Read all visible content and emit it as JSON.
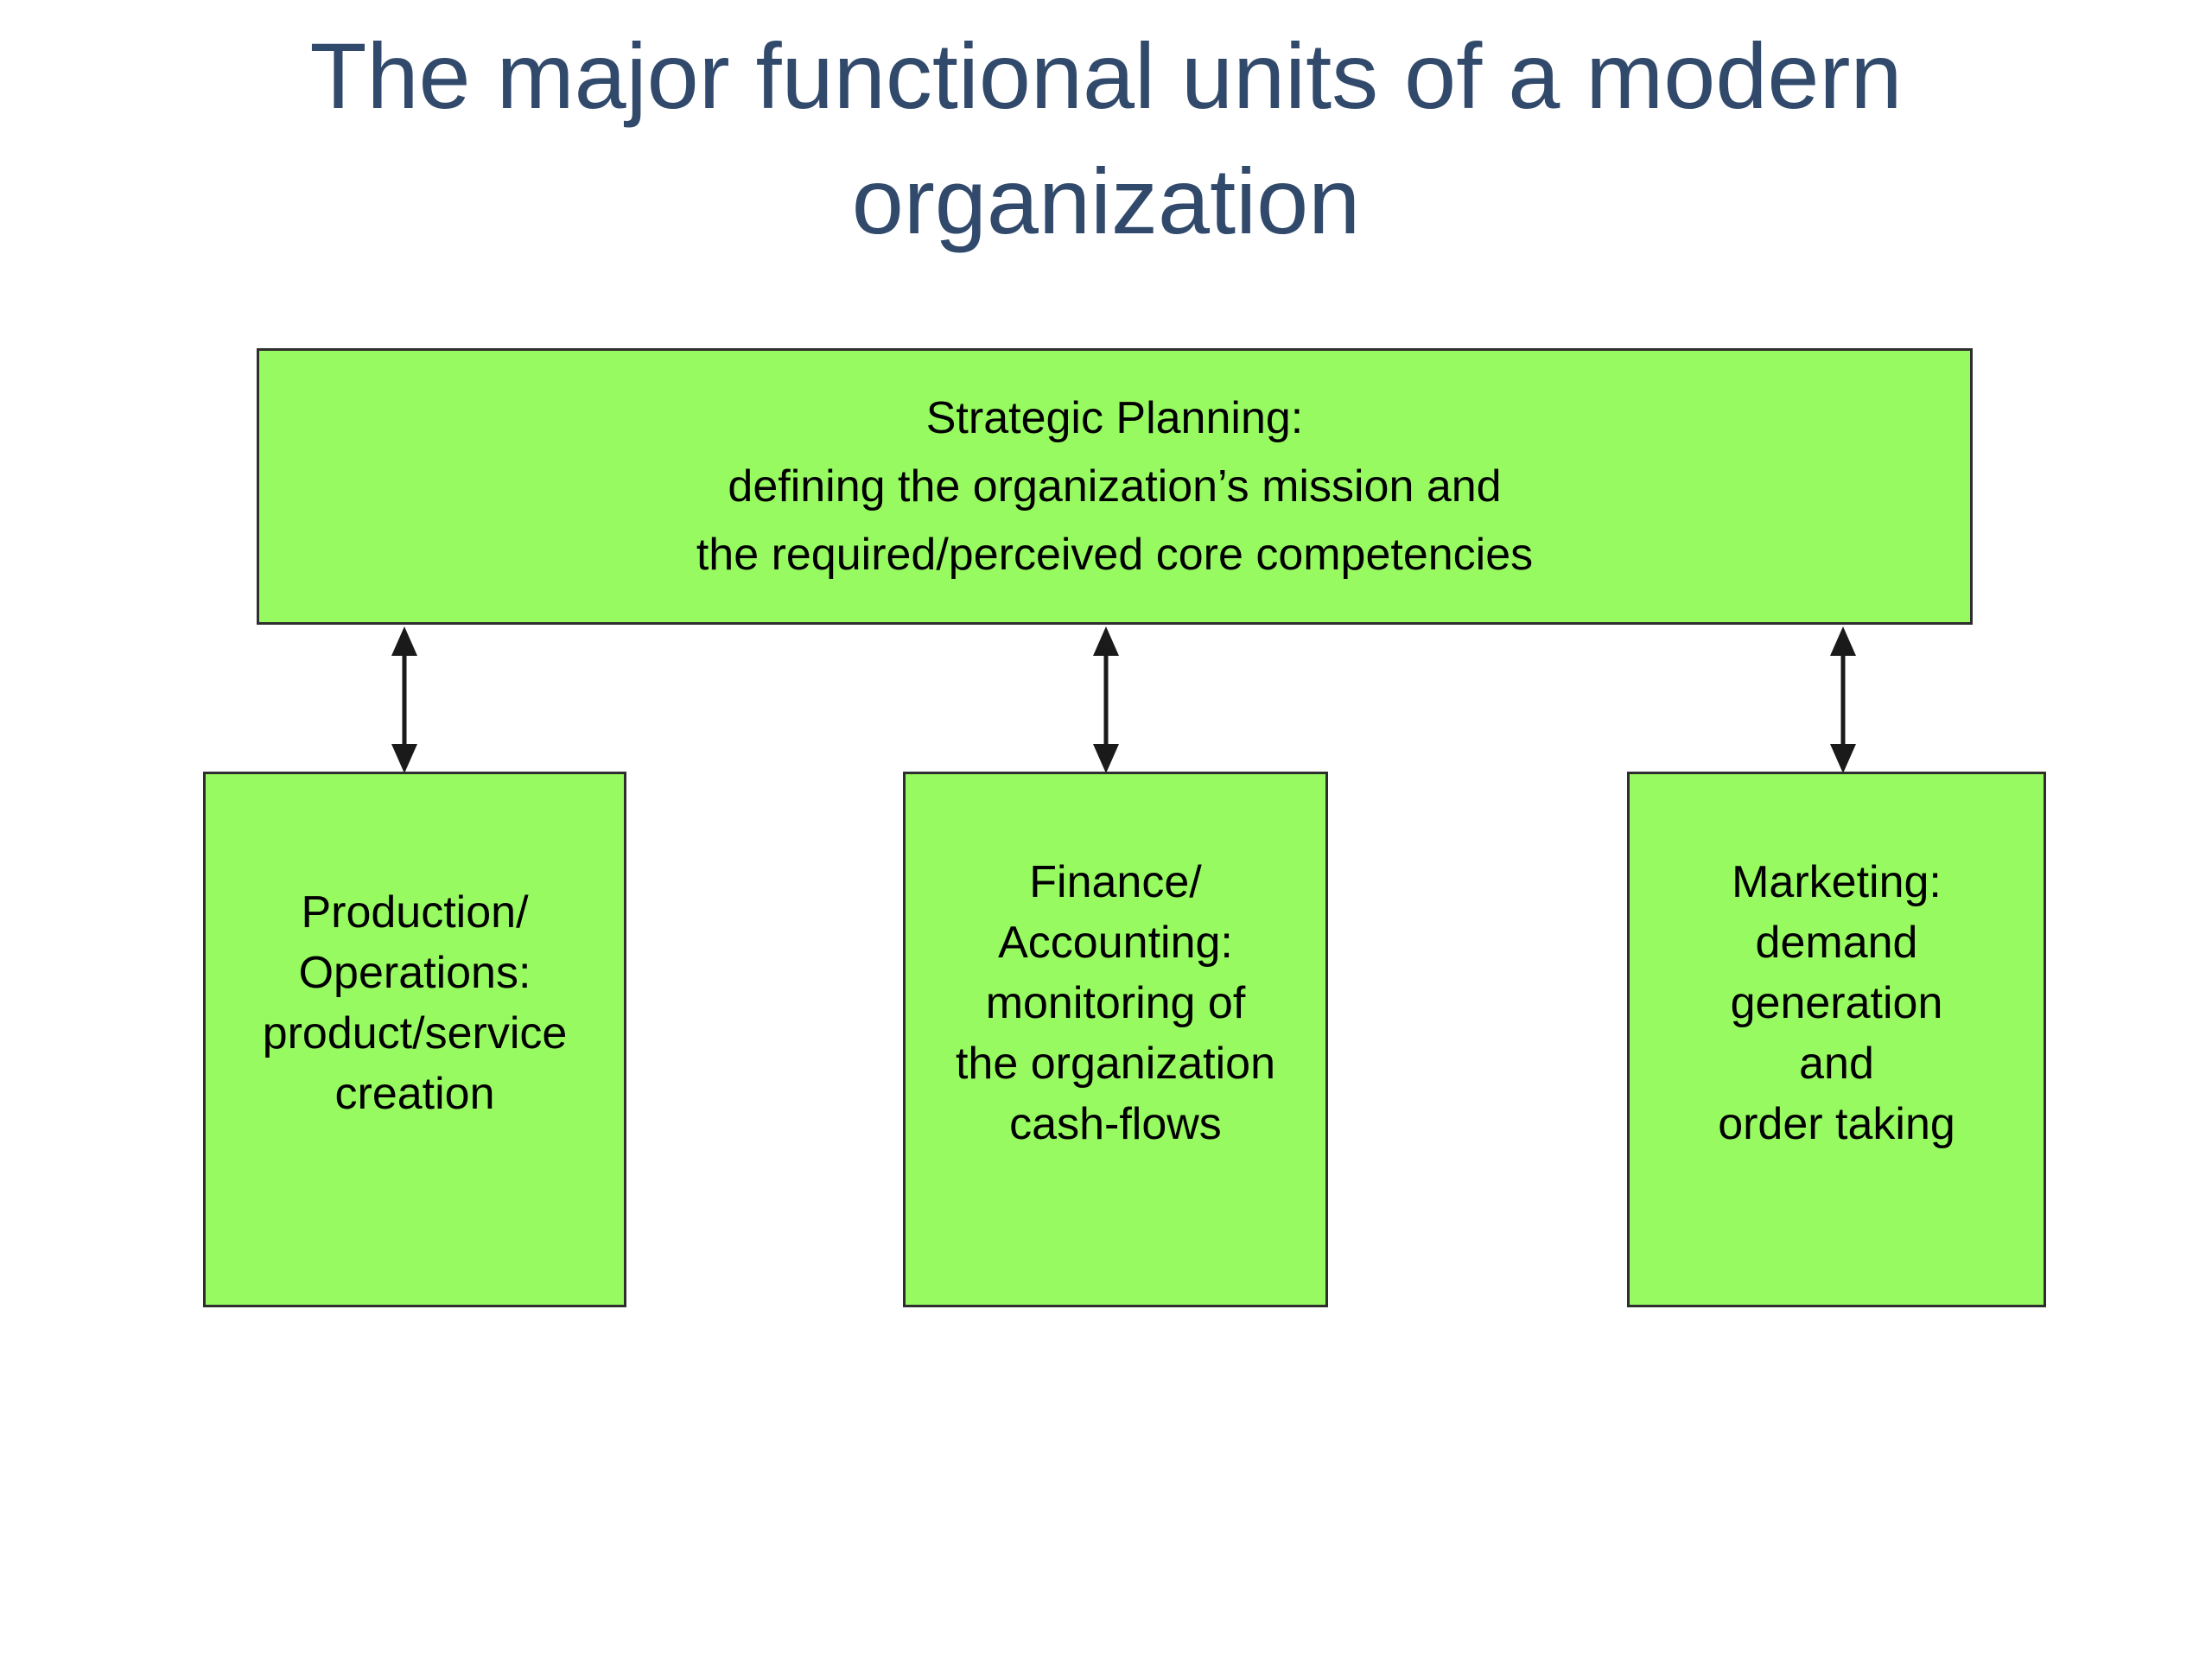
{
  "slide": {
    "title": {
      "lines": [
        "The major functional units of a modern",
        "organization"
      ]
    },
    "boxes": {
      "strategic": {
        "lines": [
          "Strategic Planning:",
          "defining the organization’s mission and",
          "the required/perceived core competencies"
        ]
      },
      "production": {
        "lines": [
          "Production/",
          "Operations:",
          "product/service",
          "creation"
        ]
      },
      "finance": {
        "lines": [
          "Finance/",
          "Accounting:",
          "monitoring of",
          "the organization",
          "cash-flows"
        ]
      },
      "marketing": {
        "lines": [
          "Marketing:",
          "demand",
          "generation",
          "and",
          "order taking"
        ]
      }
    },
    "arrows": {
      "style": "double-headed-vertical",
      "count": 3
    },
    "colors": {
      "background": "#FFFFFF",
      "box_fill": "#97FA60",
      "box_border": "#2E2E2E",
      "box_text": "#000000",
      "title_text": "#31496B",
      "arrow": "#1A1A1A"
    }
  }
}
